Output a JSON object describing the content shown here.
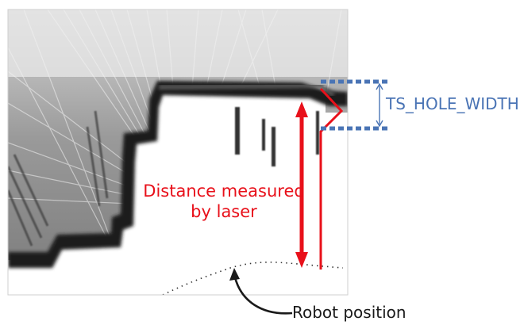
{
  "labels": {
    "distance": "Distance measured by laser",
    "ts_hole_width": "TS_HOLE_WIDTH",
    "robot_position": "Robot position"
  },
  "colors": {
    "laser": "#e8101a",
    "ts_marker": "#4a74b5",
    "map_background": "#8c8c8c",
    "wall": "#111111",
    "free_space": "#ffffff"
  },
  "icons": {
    "robot_pointer": "curved-arrow-icon"
  }
}
